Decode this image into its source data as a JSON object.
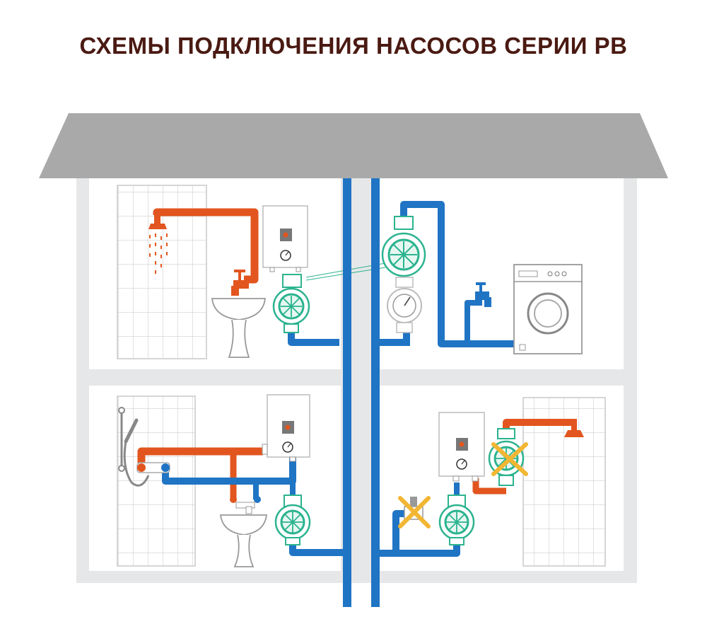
{
  "title": "СХЕМЫ ПОДКЛЮЧЕНИЯ НАСОСОВ СЕРИИ PB",
  "colors": {
    "title": "#4a1a12",
    "roof": "#a9a9a9",
    "wall": "#e6e7e8",
    "cold_pipe": "#1f74c4",
    "hot_pipe": "#e2551f",
    "pump": "#2bb38f",
    "cross": "#f2b632",
    "tile_line": "#c9c9c9"
  },
  "rooms": [
    {
      "position": "top-left",
      "items": [
        "shower-head",
        "water-heater",
        "pump",
        "sink"
      ]
    },
    {
      "position": "top-right",
      "items": [
        "pump",
        "flow-meter",
        "tap",
        "washing-machine"
      ]
    },
    {
      "position": "bottom-left",
      "items": [
        "hand-shower",
        "mixer",
        "water-heater",
        "pump",
        "sink"
      ]
    },
    {
      "position": "bottom-right",
      "items": [
        "water-heater",
        "pump",
        "crossed-valve",
        "crossed-pump",
        "shower-head"
      ]
    }
  ]
}
